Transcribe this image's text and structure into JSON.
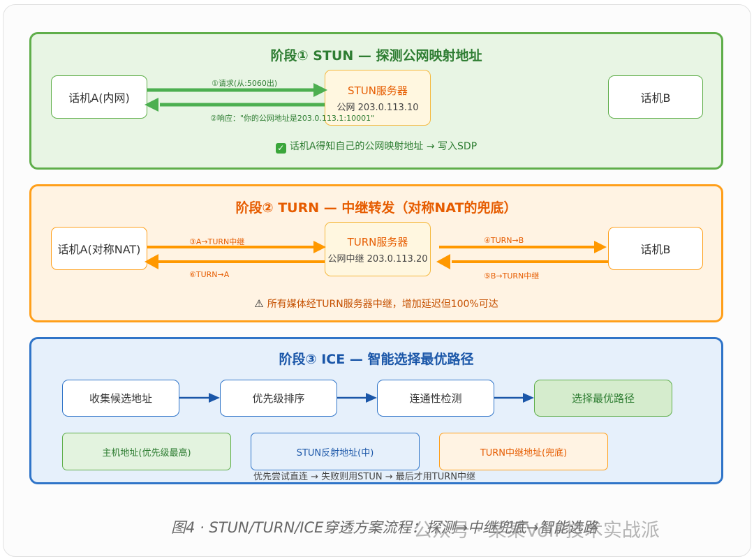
{
  "stage1": {
    "title": "阶段① STUN — 探测公网映射地址",
    "phone_a": "话机A(内网)",
    "phone_b": "话机B",
    "server_name": "STUN服务器",
    "server_ip": "公网 203.0.113.10",
    "req_label": "①请求(从:5060出)",
    "resp_label": "②响应：\"你的公网地址是203.0.113.1:10001\"",
    "note": "话机A得知自己的公网映射地址 → 写入SDP",
    "check_icon": "✓"
  },
  "stage2": {
    "title": "阶段② TURN — 中继转发（对称NAT的兜底）",
    "phone_a": "话机A(对称NAT)",
    "phone_b": "话机B",
    "server_name": "TURN服务器",
    "server_ip": "公网中继 203.0.113.20",
    "l3": "③A→TURN中继",
    "l4": "④TURN→B",
    "l5": "⑤B→TURN中继",
    "l6": "⑥TURN→A",
    "note": "所有媒体经TURN服务器中继，增加延迟但100%可达",
    "warn_icon": "⚠"
  },
  "stage3": {
    "title": "阶段③ ICE — 智能选择最优路径",
    "steps": [
      "收集候选地址",
      "优先级排序",
      "连通性检测",
      "选择最优路径"
    ],
    "candidates": [
      "主机地址(优先级最高)",
      "STUN反射地址(中)",
      "TURN中继地址(兜底)"
    ],
    "flow_note": "优先尝试直连 → 失败则用STUN → 最后才用TURN中继"
  },
  "caption": "图4 · STUN/TURN/ICE穿透方案流程：探测→中继兜底→智能选路",
  "watermark": "公众号 · 某某VoIP技术实战派",
  "colors": {
    "green": "#5fae4a",
    "orange": "#ff9f1a",
    "blue": "#2f74c8"
  }
}
